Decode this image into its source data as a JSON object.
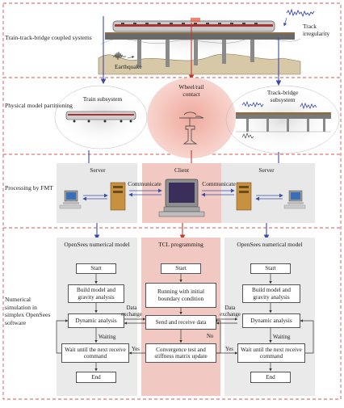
{
  "sections": [
    {
      "label": "Train-track-bridge coupled systems"
    },
    {
      "label": "Physical model partitioning"
    },
    {
      "label": "Processing by FMT"
    },
    {
      "label": "Numerical simulation in simplex OpenSees software"
    }
  ],
  "top": {
    "track_irregularity": "Track irregularity",
    "earthquake": "Earthquake"
  },
  "partition": {
    "train": "Train subsystem",
    "wheel_rail": "Wheel/rail contact",
    "track_bridge": "Track-bridge subsystem"
  },
  "fmt": {
    "server_left": "Server",
    "client": "Client",
    "server_right": "Server",
    "communicate_left": "Communicate",
    "communicate_right": "Communicate"
  },
  "sim": {
    "left_title": "OpenSees numerical model",
    "center_title": "TCL programming",
    "right_title": "OpenSees numerical model",
    "left_boxes": [
      "Start",
      "Build model and gravity analysis",
      "Dynamic analysis",
      "Wait until the next receive command",
      "End"
    ],
    "center_boxes": [
      "Start",
      "Running with initial boundary condition",
      "Send and receive data",
      "Convergence test and stiffness matrix update"
    ],
    "right_boxes": [
      "Start",
      "Build model and gravity analysis",
      "Dynamic analysis",
      "Wait until the next receive command",
      "End"
    ],
    "data_exchange_left": "Data exchange",
    "data_exchange_right": "Data exchange",
    "waiting_left": "Waiting",
    "waiting_right": "Waiting",
    "yes_left": "Yes",
    "yes_right": "Yes",
    "no": "No"
  },
  "colors": {
    "dash": "#d9534f",
    "blue_arrow": "#3a4ba8",
    "red_arrow": "#c0392b",
    "column_bg": "#eaeaea",
    "center_col_bg": "#f2c9c2",
    "center_tint": "#f4cfc8"
  }
}
